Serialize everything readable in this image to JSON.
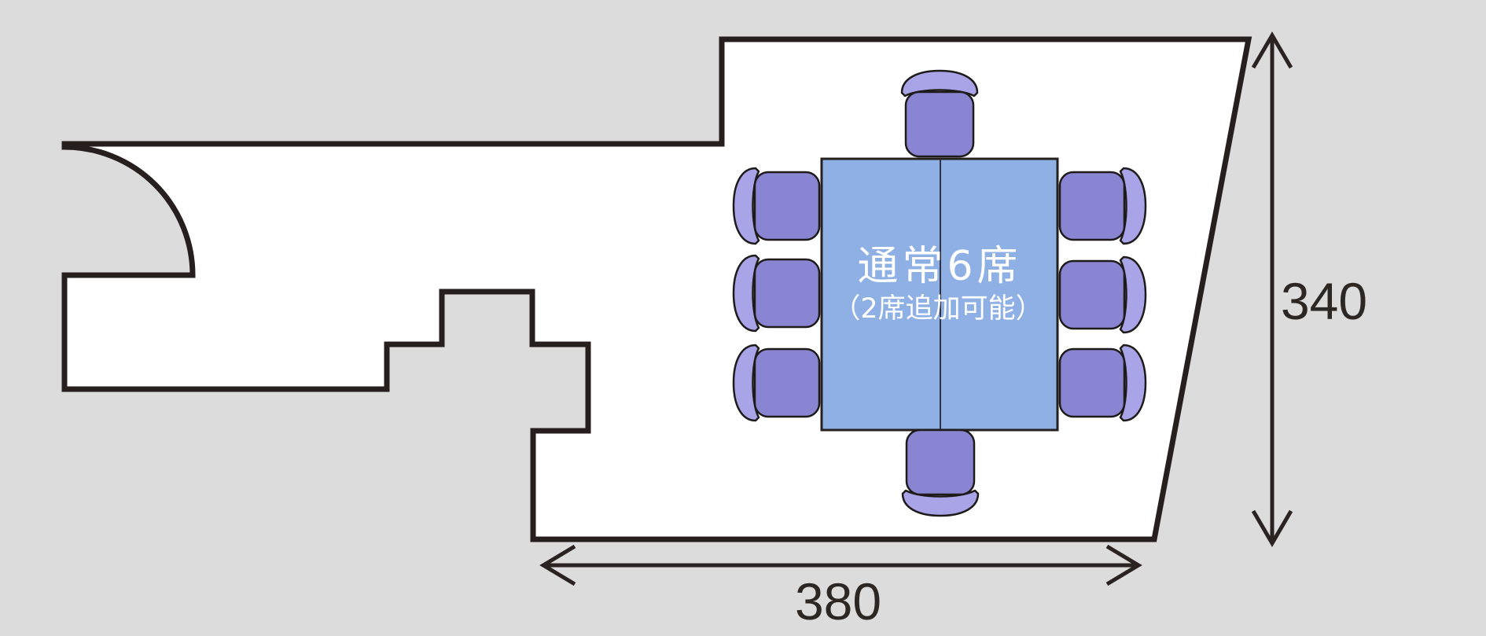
{
  "diagram": {
    "type": "room-floor-plan",
    "table_caption": {
      "line1": "通常6席",
      "line2": "（2席追加可能）"
    },
    "dimensions": {
      "vertical_label": "340",
      "horizontal_label": "380"
    },
    "chairs": {
      "drawn_total": 8,
      "left_side": 3,
      "right_side": 3,
      "top_side": 1,
      "bottom_side": 1,
      "standard_seats": 6,
      "additional_seats": 2
    },
    "colors": {
      "background": "#dcdcdc",
      "room_fill": "#ffffff",
      "wall_stroke": "#261f1d",
      "table_fill": "#8fb0e4",
      "chair_seat": "#8a85d2",
      "chair_back": "#a9a4e8",
      "dimension_ink": "#2b2321",
      "caption_text": "#ffffff"
    }
  }
}
